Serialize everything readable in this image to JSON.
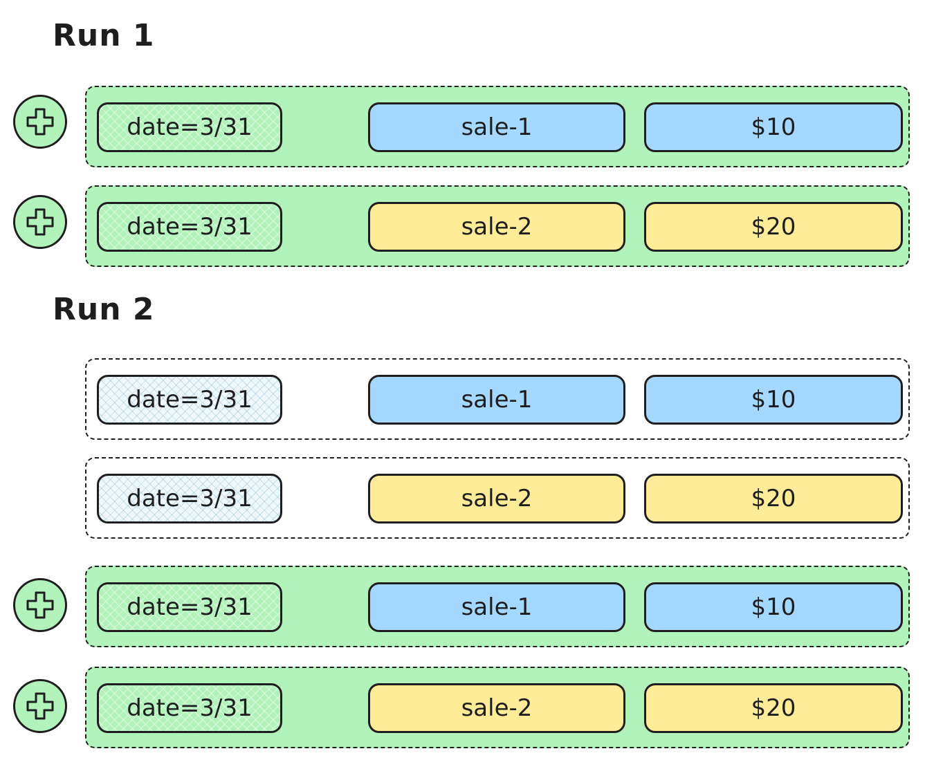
{
  "colors": {
    "added_row": "#b2f2bb",
    "sale_1": "#a5d8ff",
    "sale_2": "#ffec99",
    "partition_default": "#eef8fb",
    "stroke": "#1e1e1e"
  },
  "runs": [
    {
      "title": "Run 1",
      "rows": [
        {
          "added": true,
          "partition": "date=3/31",
          "sale": "sale-1",
          "amount": "$10",
          "icon": "plus-icon"
        },
        {
          "added": true,
          "partition": "date=3/31",
          "sale": "sale-2",
          "amount": "$20",
          "icon": "plus-icon"
        }
      ]
    },
    {
      "title": "Run 2",
      "rows": [
        {
          "added": false,
          "partition": "date=3/31",
          "sale": "sale-1",
          "amount": "$10"
        },
        {
          "added": false,
          "partition": "date=3/31",
          "sale": "sale-2",
          "amount": "$20"
        },
        {
          "added": true,
          "partition": "date=3/31",
          "sale": "sale-1",
          "amount": "$10",
          "icon": "plus-icon"
        },
        {
          "added": true,
          "partition": "date=3/31",
          "sale": "sale-2",
          "amount": "$20",
          "icon": "plus-icon"
        }
      ]
    }
  ]
}
